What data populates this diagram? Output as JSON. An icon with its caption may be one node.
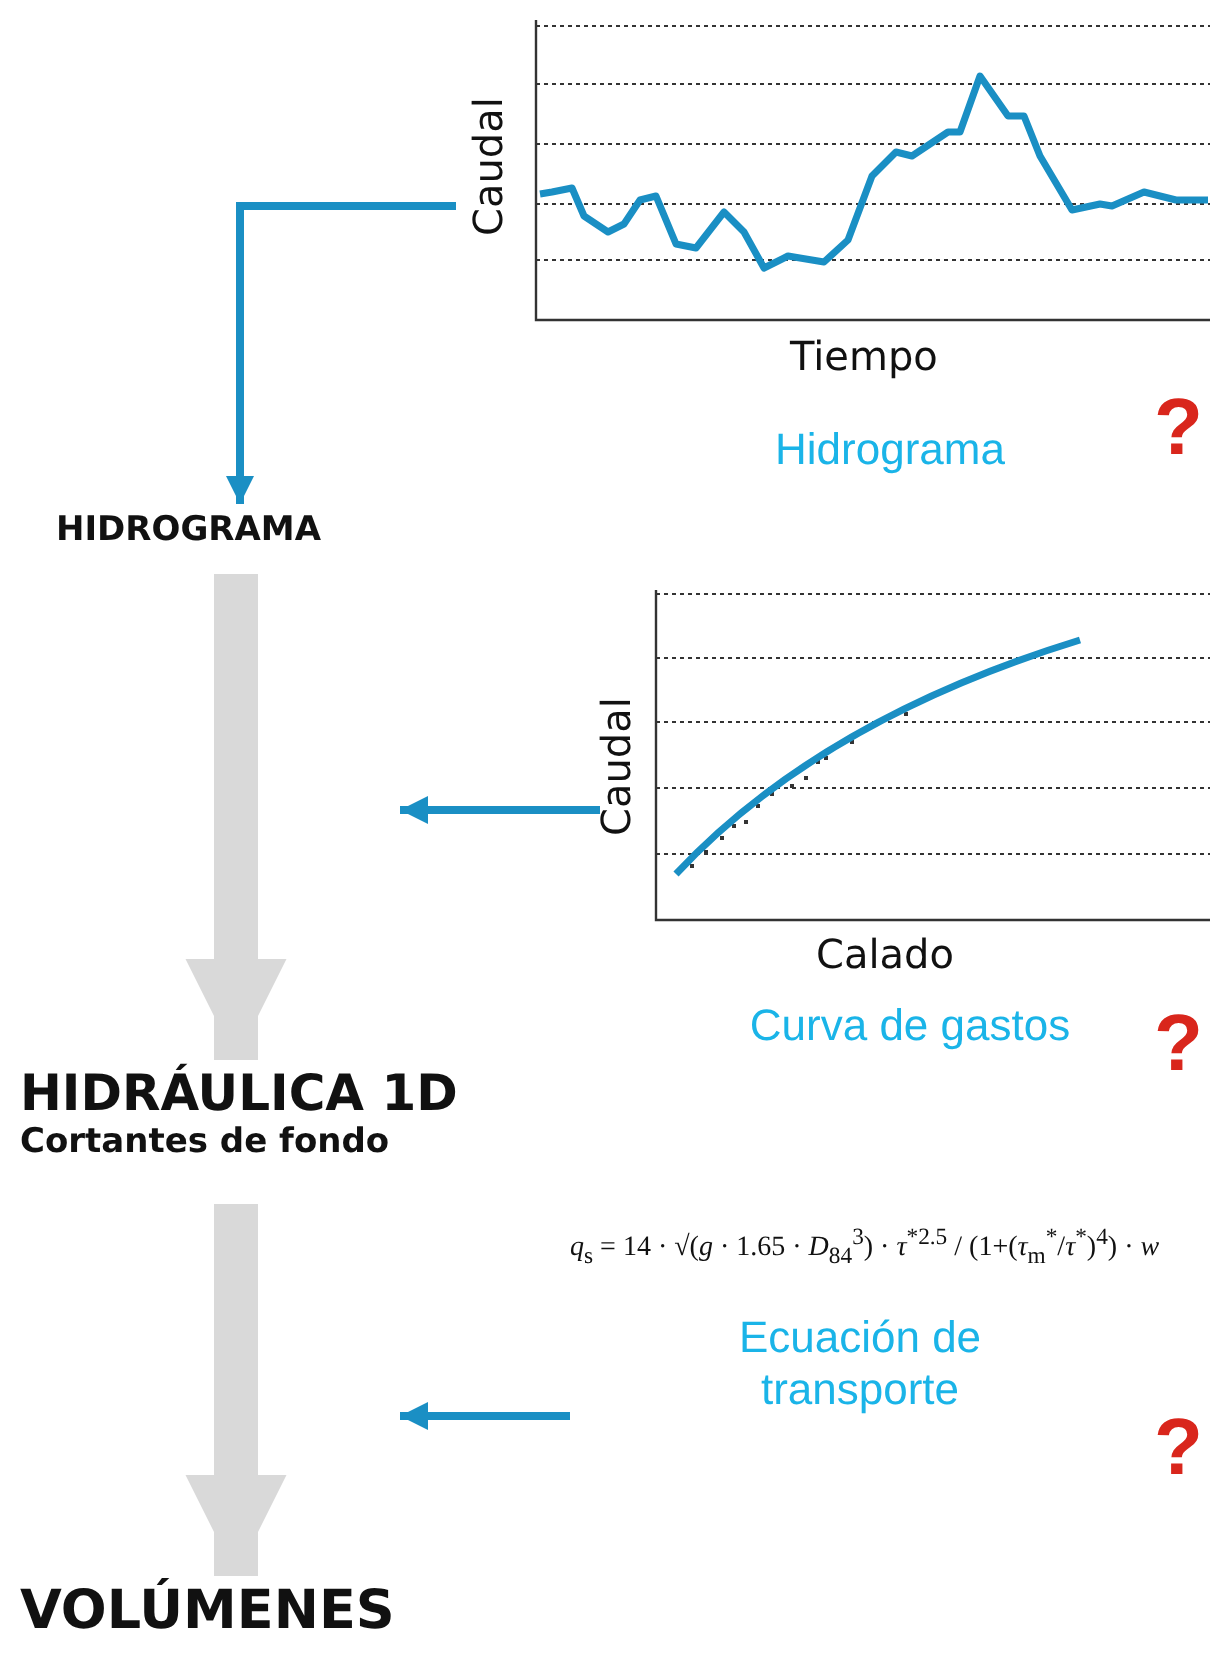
{
  "diagram": {
    "nodes": [
      {
        "text": [],
        "shape": "picture",
        "beside": [
          "Hidrograma"
        ]
      },
      {
        "text": [
          "HIDROGRAMA"
        ]
      },
      {
        "text": [],
        "shape": "picture",
        "beside": [
          "Curva de gastos"
        ]
      },
      {
        "text": [
          "HIDRÁULICA 1D",
          "Cortantes de fondo"
        ]
      },
      {
        "text": [
          "*q*$_{s}$ = 14 · √(*g* · 1.65 · *D*$_{84}$$^{3}$) · *τ*$^{*2.5}$ / (1+(*τ*$_{m}$$^{*}$/*τ*$^{*}$)$^{4}$) · *w*",
          "Ecuación de transporte"
        ]
      },
      {
        "text": [
          "VOLÚMENES"
        ]
      }
    ],
    "edges": [
      {
        "from": 0,
        "to": 1,
        "arrow": "to",
        "color": "#1a8fc4"
      },
      {
        "from": 1,
        "to": 3,
        "arrow": "to",
        "style": "thick",
        "color": "#d9d9d9"
      },
      {
        "from": 2,
        "to": null,
        "arrow": "to",
        "color": "#1a8fc4"
      },
      {
        "from": 3,
        "to": 5,
        "arrow": "to",
        "style": "thick",
        "color": "#d9d9d9"
      },
      {
        "from": 4,
        "to": null,
        "arrow": "to",
        "color": "#1a8fc4"
      }
    ],
    "labels": [
      "Caudal",
      "Tiempo",
      "?",
      "Caudal",
      "Calado",
      "?",
      "?"
    ]
  }
}
